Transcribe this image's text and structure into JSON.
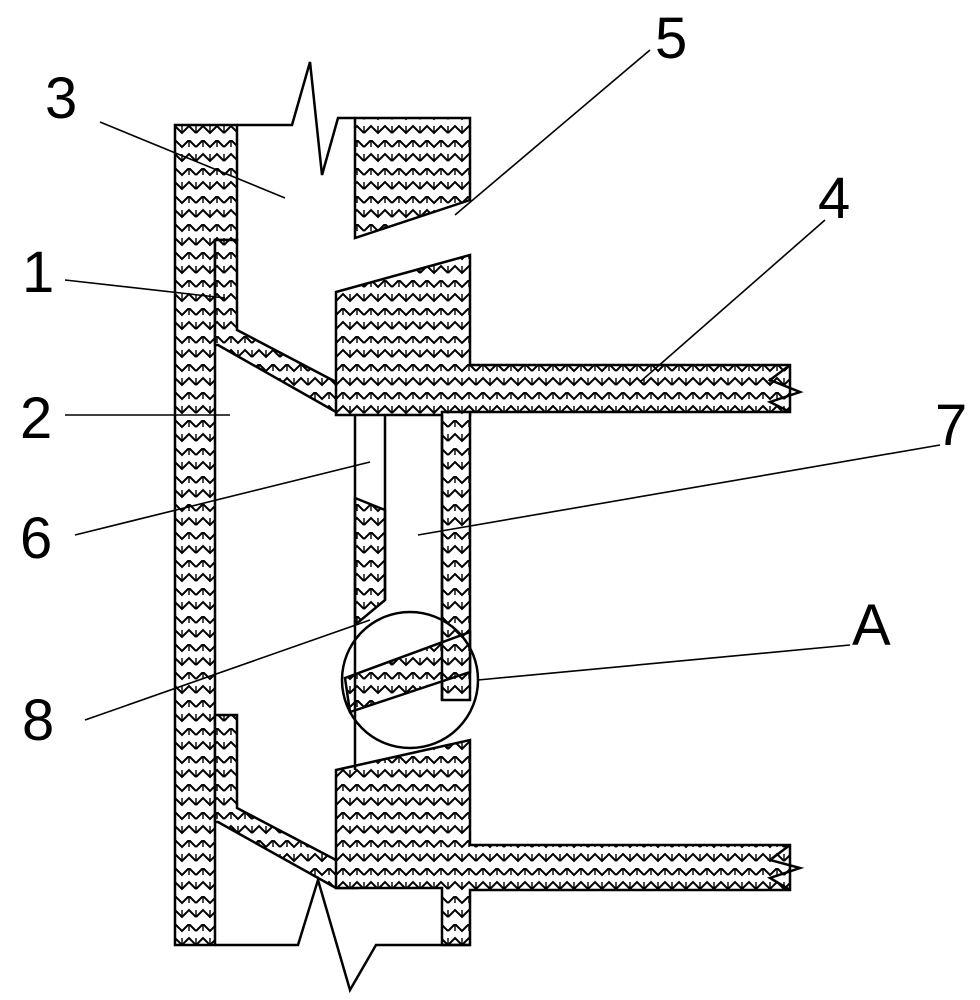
{
  "diagram": {
    "callouts": [
      {
        "id": "label-3",
        "text": "3"
      },
      {
        "id": "label-5",
        "text": "5"
      },
      {
        "id": "label-4",
        "text": "4"
      },
      {
        "id": "label-1",
        "text": "1"
      },
      {
        "id": "label-2",
        "text": "2"
      },
      {
        "id": "label-7",
        "text": "7"
      },
      {
        "id": "label-6",
        "text": "6"
      },
      {
        "id": "label-A",
        "text": "A"
      },
      {
        "id": "label-8",
        "text": "8"
      }
    ],
    "colors": {
      "line": "#000000",
      "background": "#ffffff"
    }
  }
}
